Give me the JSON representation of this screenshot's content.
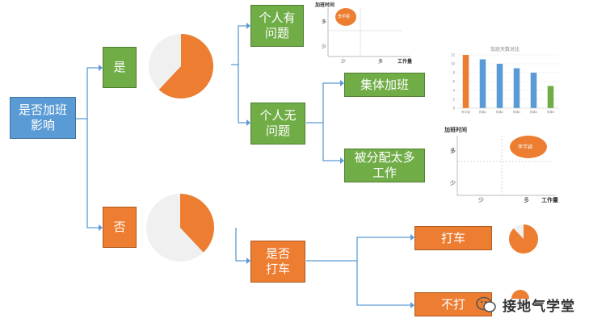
{
  "colors": {
    "blue": "#5b9bd5",
    "green": "#70ad47",
    "orange": "#ed7d31",
    "pie_grey": "#f0f0f0",
    "line": "#5b9bd5"
  },
  "nodes": {
    "root": "是否加班\n影响",
    "yes": "是",
    "no": "否",
    "personal_problem": "个人有\n问题",
    "personal_no_problem": "个人无\n问题",
    "group_overtime": "集体加班",
    "too_much_work": "被分配太多\n工作",
    "punch_card": "是否\n打车",
    "take_taxi": "打车",
    "no_taxi": "不打"
  },
  "pies": {
    "yes_share": 0.62,
    "no_share": 0.38,
    "take_taxi_share": 0.88,
    "no_taxi_share": 0.5
  },
  "scatter_small": {
    "ylabel": "加班时间",
    "xlabel": "工作量",
    "y_ticks": [
      "多",
      "少"
    ],
    "x_ticks": [
      "少",
      "多"
    ],
    "point_label": "李芊颖"
  },
  "scatter_large": {
    "ylabel": "加班时间",
    "xlabel": "工作量",
    "y_ticks": [
      "多",
      "少"
    ],
    "x_ticks": [
      "少",
      "多"
    ],
    "point_label": "李芊颖"
  },
  "watermark": {
    "text": "接地气学堂",
    "icon": "wechat-icon"
  },
  "chart_data": [
    {
      "type": "bar",
      "title": "加班天数对比",
      "categories": [
        "李芊颖",
        "同事1",
        "同事2",
        "同事3",
        "同事4",
        "同事5"
      ],
      "values": [
        12,
        11,
        10,
        9,
        8,
        5
      ],
      "colors": [
        "#ed7d31",
        "#5b9bd5",
        "#5b9bd5",
        "#5b9bd5",
        "#5b9bd5",
        "#70ad47"
      ],
      "ylim": [
        0,
        12
      ],
      "yticks": [
        0,
        2,
        4,
        6,
        8,
        10,
        12
      ]
    }
  ]
}
